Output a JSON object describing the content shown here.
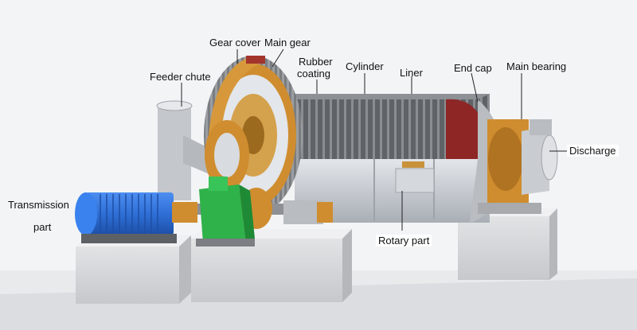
{
  "labels": {
    "gear_cover": "Gear cover",
    "main_gear": "Main gear",
    "rubber_coating_line1": "Rubber",
    "rubber_coating_line2": "coating",
    "cylinder": "Cylinder",
    "liner": "Liner",
    "end_cap": "End cap",
    "main_bearing": "Main bearing",
    "feeder_chute": "Feeder chute",
    "discharge": "Discharge",
    "transmission_line1": "Transmission",
    "transmission_line2": "part",
    "rotary_part": "Rotary part"
  },
  "colors": {
    "background": "#f3f4f6",
    "foundation": "#d8d9db",
    "motor_blue": "#2f6fd6",
    "reducer_green": "#2fb24a",
    "gear_orange": "#d89a3a",
    "shell_grey": "#c9cdd3",
    "liner_dark": "#6b6e72",
    "end_cap_red": "#9c2a2a"
  }
}
